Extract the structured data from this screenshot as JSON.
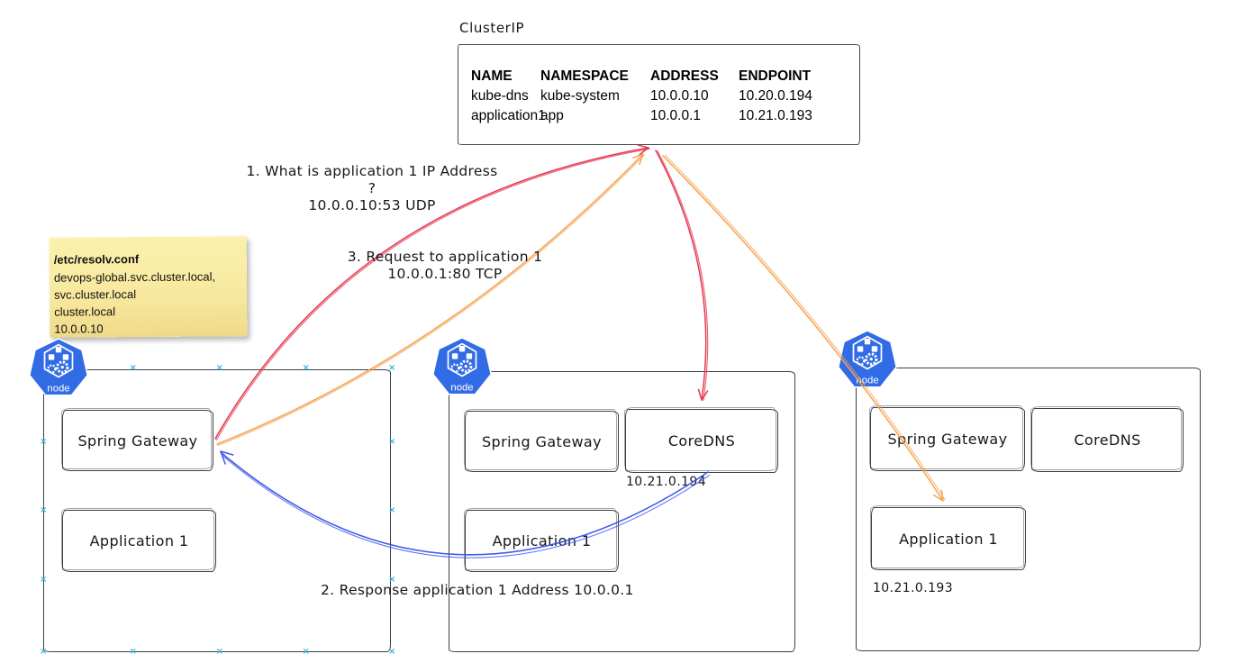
{
  "cluster_service": {
    "title": "ClusterIP",
    "headers": [
      "NAME",
      "NAMESPACE",
      "ADDRESS",
      "ENDPOINT"
    ],
    "rows": [
      [
        "kube-dns",
        "kube-system",
        "10.0.0.10",
        "10.20.0.194"
      ],
      [
        "application1",
        "app",
        "10.0.0.1",
        "10.21.0.193"
      ]
    ]
  },
  "note": {
    "title": "/etc/resolv.conf",
    "lines": [
      "devops-global.svc.cluster.local,",
      "svc.cluster.local",
      "cluster.local",
      "10.0.0.10"
    ]
  },
  "steps": {
    "step1_line1": "1. What is application 1 IP Address ?",
    "step1_line2": "10.0.0.10:53 UDP",
    "step2_line1": "2. Response application 1 Address 10.0.0.1",
    "step3_line1": "3. Request to application 1",
    "step3_line2": "10.0.0.1:80 TCP"
  },
  "nodes": [
    {
      "icon_label": "node",
      "spring_gateway": "Spring Gateway",
      "application": "Application 1"
    },
    {
      "icon_label": "node",
      "spring_gateway": "Spring Gateway",
      "coredns": "CoreDNS",
      "application": "Application 1",
      "coredns_endpoint_ip": "10.21.0.194"
    },
    {
      "icon_label": "node",
      "spring_gateway": "Spring Gateway",
      "coredns": "CoreDNS",
      "application": "Application 1",
      "application_endpoint_ip": "10.21.0.193"
    }
  ],
  "colors": {
    "arrow_red": "#e5384f",
    "arrow_orange": "#f5a353",
    "arrow_blue": "#3e57e8",
    "node_icon_blue": "#326ce5",
    "note_yellow": "#f7e79c",
    "snap_marker_cyan": "#3cb1e8"
  }
}
